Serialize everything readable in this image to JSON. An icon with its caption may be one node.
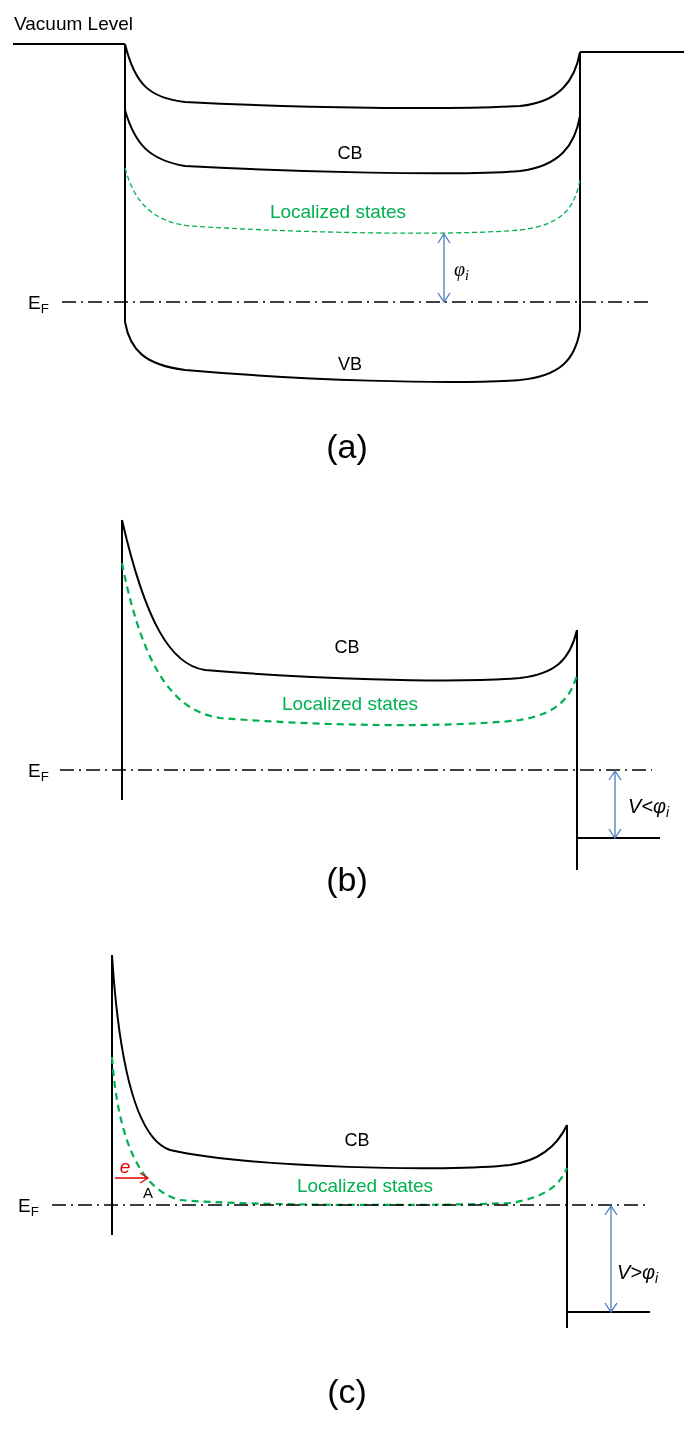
{
  "diagram": {
    "labels": [
      "Vacuum Level",
      "CB",
      "Localized states",
      "φ$_{i}$",
      "E$_{F}$",
      "VB",
      "(a)",
      "CB",
      "Localized states",
      "E$_{F}$",
      "V<φ$_{i}$",
      "(b)",
      "e",
      "CB",
      "A",
      "Localized states",
      "E$_{F}$",
      "V>φ$_{i}$",
      "(c)"
    ]
  }
}
